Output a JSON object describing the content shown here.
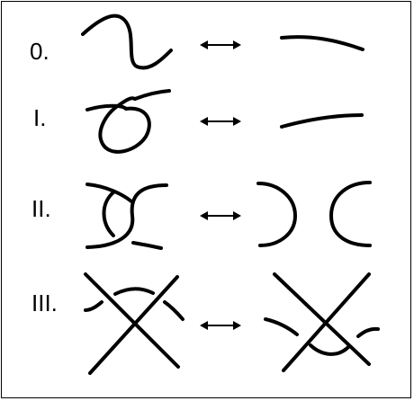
{
  "moves": [
    {
      "label": "0."
    },
    {
      "label": "I."
    },
    {
      "label": "II."
    },
    {
      "label": "III."
    }
  ]
}
